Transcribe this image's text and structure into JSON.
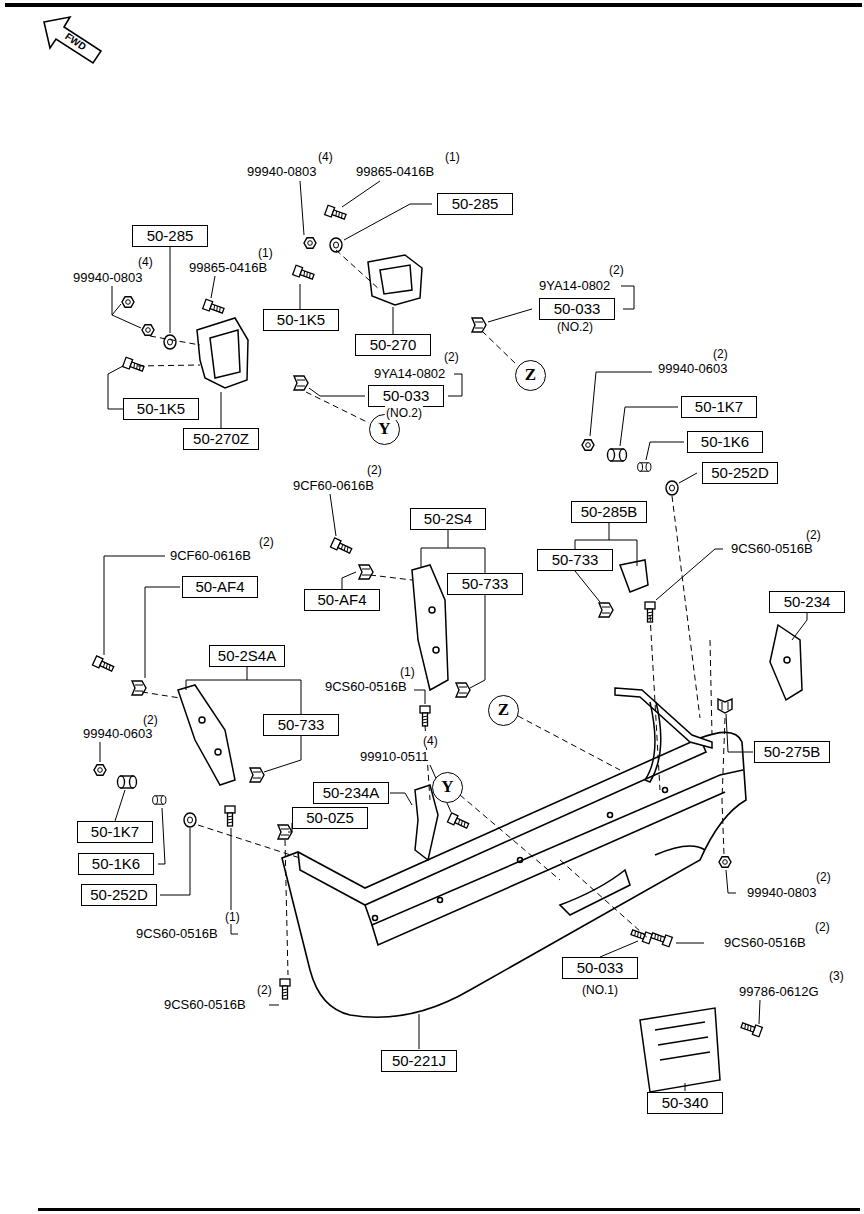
{
  "diagram": {
    "nodes": [
      {
        "text": [
          "50-285"
        ]
      },
      {
        "text": [
          "50-285"
        ]
      },
      {
        "text": [
          "50-1K5"
        ]
      },
      {
        "text": [
          "50-270"
        ]
      },
      {
        "text": [
          "50-033"
        ]
      },
      {
        "text": [
          "50-1K5"
        ]
      },
      {
        "text": [
          "50-033"
        ]
      },
      {
        "text": [
          "50-270Z"
        ]
      },
      {
        "text": [
          "Z"
        ]
      },
      {
        "text": [
          "Y"
        ]
      },
      {
        "text": [
          "50-1K7"
        ]
      },
      {
        "text": [
          "50-1K6"
        ]
      },
      {
        "text": [
          "50-252D"
        ]
      },
      {
        "text": [
          "50-2S4"
        ]
      },
      {
        "text": [
          "50-285B"
        ]
      },
      {
        "text": [
          "50-733"
        ]
      },
      {
        "text": [
          "50-AF4"
        ]
      },
      {
        "text": [
          "50-733"
        ]
      },
      {
        "text": [
          "50-AF4"
        ]
      },
      {
        "text": [
          "50-234"
        ]
      },
      {
        "text": [
          "50-2S4A"
        ]
      },
      {
        "text": [
          "50-733"
        ]
      },
      {
        "text": [
          "Z"
        ]
      },
      {
        "text": [
          "50-275B"
        ]
      },
      {
        "text": [
          "Y"
        ]
      },
      {
        "text": [
          "50-234A"
        ]
      },
      {
        "text": [
          "50-0Z5"
        ]
      },
      {
        "text": [
          "50-1K7"
        ]
      },
      {
        "text": [
          "50-1K6"
        ]
      },
      {
        "text": [
          "50-252D"
        ]
      },
      {
        "text": [
          "50-033"
        ]
      },
      {
        "text": [
          "50-221J"
        ]
      },
      {
        "text": [
          "50-340"
        ]
      }
    ],
    "labels": [
      "FWD",
      "(4)",
      "99940-0803",
      "(1)",
      "99865-0416B",
      "(4)",
      "99940-0803",
      "(1)",
      "99865-0416B",
      "(2)",
      "9YA14-0802",
      "(NO.2)",
      "(2)",
      "9YA14-0802",
      "(NO.2)",
      "(2)",
      "99940-0603",
      "(2)",
      "9CF60-0616B",
      "(2)",
      "9CF60-0616B",
      "(2)",
      "9CS60-0516B",
      "(1)",
      "9CS60-0516B",
      "(2)",
      "99940-0603",
      "(4)",
      "99910-0511",
      "(1)",
      "9CS60-0516B",
      "(2)",
      "99940-0803",
      "(2)",
      "9CS60-0516B",
      "(NO.1)",
      "(3)",
      "99786-0612G",
      "(2)",
      "9CS60-0516B"
    ]
  }
}
